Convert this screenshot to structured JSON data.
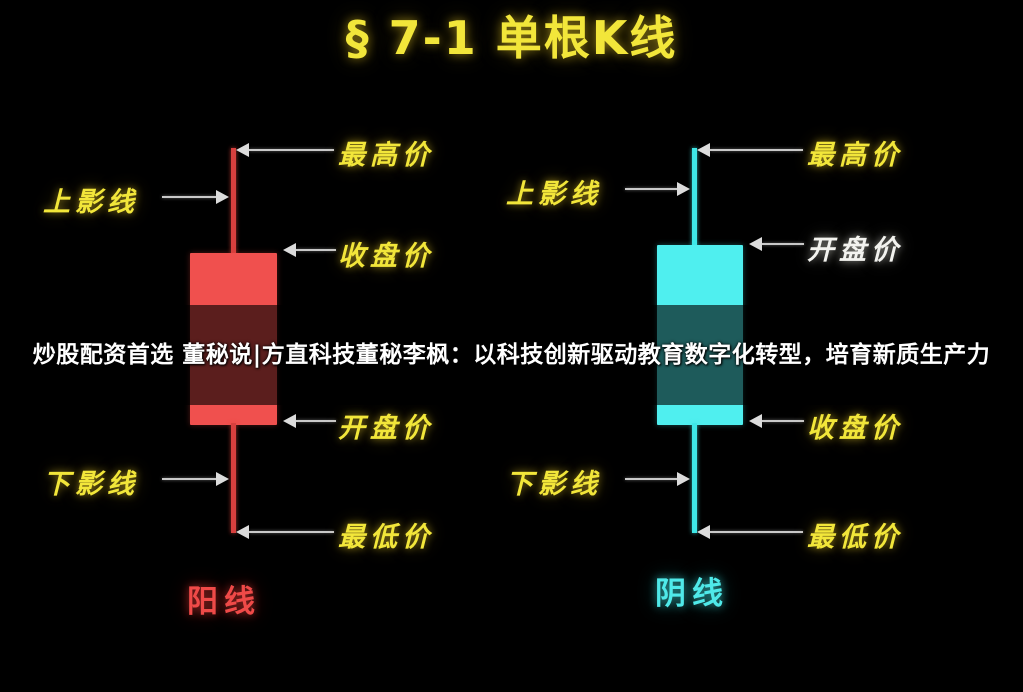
{
  "slide": {
    "title": "§ 7-1 单根K线",
    "background_color": "#000000",
    "title_color": "#F2E63A"
  },
  "overlay": {
    "text": "炒股配资首选 董秘说|方直科技董秘李枫：以科技创新驱动教育数字化转型，培育新质生产力",
    "text_color": "#FFFFFF"
  },
  "candles": [
    {
      "id": "bullish",
      "caption": "阳线",
      "caption_color": "#EF4A48",
      "body_color": "#F0504E",
      "wick_color": "#D8403E",
      "annotations": {
        "upper_shadow": "上影线",
        "lower_shadow": "下影线",
        "high": "最高价",
        "low": "最低价",
        "open": "开盘价",
        "close": "收盘价"
      }
    },
    {
      "id": "bearish",
      "caption": "阴线",
      "caption_color": "#4FE9E9",
      "body_color": "#4FEFEF",
      "wick_color": "#3FE8E8",
      "annotations": {
        "upper_shadow": "上影线",
        "lower_shadow": "下影线",
        "high": "最高价",
        "low": "最低价",
        "open": "开盘价",
        "close": "收盘价"
      }
    }
  ]
}
